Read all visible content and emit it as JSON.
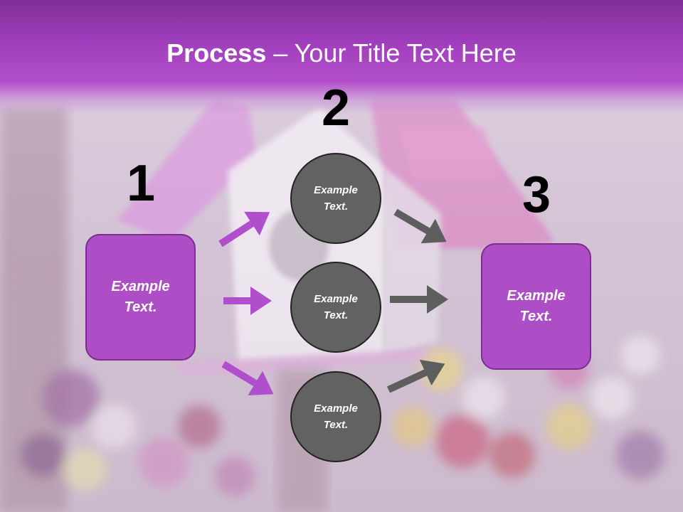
{
  "slide": {
    "title_bold": "Process",
    "title_rest": " – Your Title Text Here",
    "steps": [
      {
        "number": "1",
        "text": "Example Text."
      },
      {
        "number": "2",
        "items": [
          "Example Text.",
          "Example Text.",
          "Example Text."
        ]
      },
      {
        "number": "3",
        "text": "Example Text."
      }
    ]
  },
  "colors": {
    "title_band": "#9e3dbb",
    "box_fill": "#ad4ec6",
    "box_border": "#7a2e8e",
    "circle_fill": "#626262",
    "arrow_purple": "#b04fcc",
    "arrow_gray": "#5e5e5e"
  },
  "icons": [
    "arrow-right-up",
    "arrow-right",
    "arrow-right-down"
  ]
}
